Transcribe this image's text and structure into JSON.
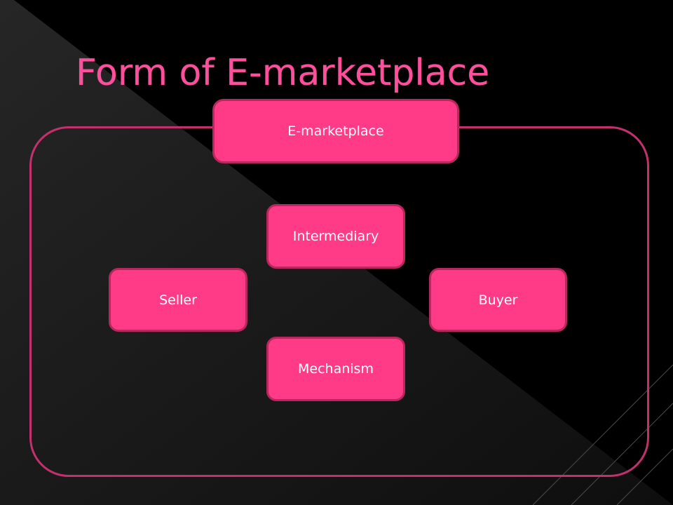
{
  "slide": {
    "title": "Form of E-marketplace"
  },
  "diagram": {
    "root": "E-marketplace",
    "nodes": {
      "intermediary": "Intermediary",
      "seller": "Seller",
      "buyer": "Buyer",
      "mechanism": "Mechanism"
    }
  },
  "colors": {
    "background": "#000000",
    "background_panel": "#141414",
    "accent_pink": "#ff3b88",
    "title_pink": "#ff4f9c",
    "frame_border": "#c4306e"
  }
}
